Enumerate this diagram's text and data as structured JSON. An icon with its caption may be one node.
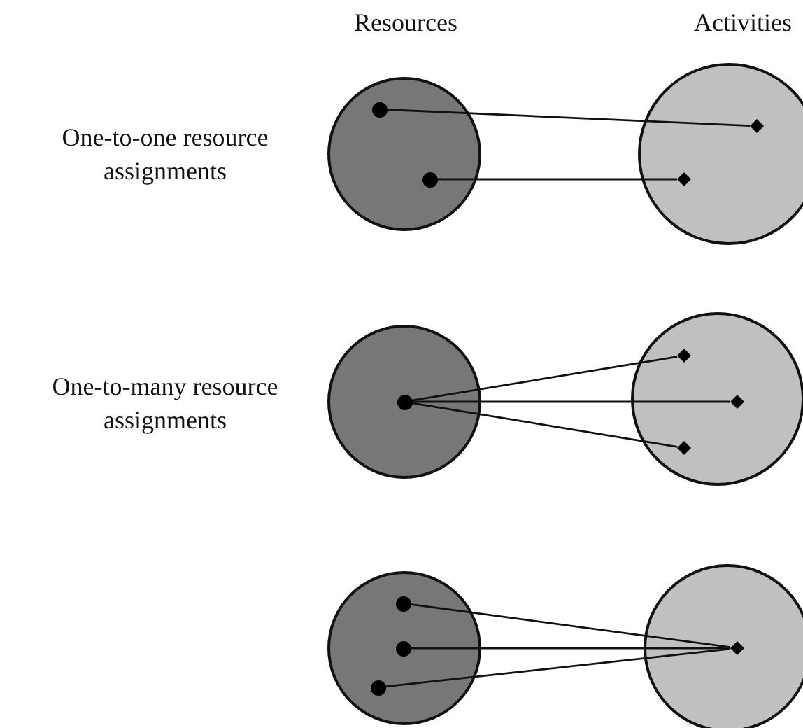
{
  "diagram": {
    "nodes": [
      {
        "text": [],
        "shape": "circle"
      },
      {
        "text": [],
        "shape": "circle",
        "in": 0
      },
      {
        "text": [],
        "shape": "circle",
        "in": 0
      },
      {
        "text": [],
        "shape": "circle"
      },
      {
        "text": [],
        "shape": "diamond",
        "in": 3
      },
      {
        "text": [],
        "shape": "diamond",
        "in": 3
      },
      {
        "text": [],
        "shape": "circle"
      },
      {
        "text": [],
        "shape": "circle",
        "in": 6
      },
      {
        "text": [],
        "shape": "circle"
      },
      {
        "text": [],
        "shape": "diamond",
        "in": 8
      },
      {
        "text": [],
        "shape": "diamond",
        "in": 8
      },
      {
        "text": [],
        "shape": "diamond",
        "in": 8
      },
      {
        "text": [],
        "shape": "circle"
      },
      {
        "text": [],
        "shape": "circle",
        "in": 12
      },
      {
        "text": [],
        "shape": "circle",
        "in": 12
      },
      {
        "text": [],
        "shape": "circle",
        "in": 12
      },
      {
        "text": [],
        "shape": "circle"
      },
      {
        "text": [],
        "shape": "diamond",
        "in": 16
      }
    ],
    "edges": [
      {
        "from": 1,
        "to": 4,
        "arrow": "none"
      },
      {
        "from": 2,
        "to": 5,
        "arrow": "none"
      },
      {
        "from": 7,
        "to": 9,
        "arrow": "none"
      },
      {
        "from": 7,
        "to": 10,
        "arrow": "none"
      },
      {
        "from": 7,
        "to": 11,
        "arrow": "none"
      },
      {
        "from": 13,
        "to": 17,
        "arrow": "none"
      },
      {
        "from": 14,
        "to": 17,
        "arrow": "none"
      },
      {
        "from": 15,
        "to": 17,
        "arrow": "none"
      }
    ],
    "labels": [
      "Resources",
      "Activities",
      "One-to-one resource assignments",
      "One-to-many resource assignments"
    ]
  }
}
